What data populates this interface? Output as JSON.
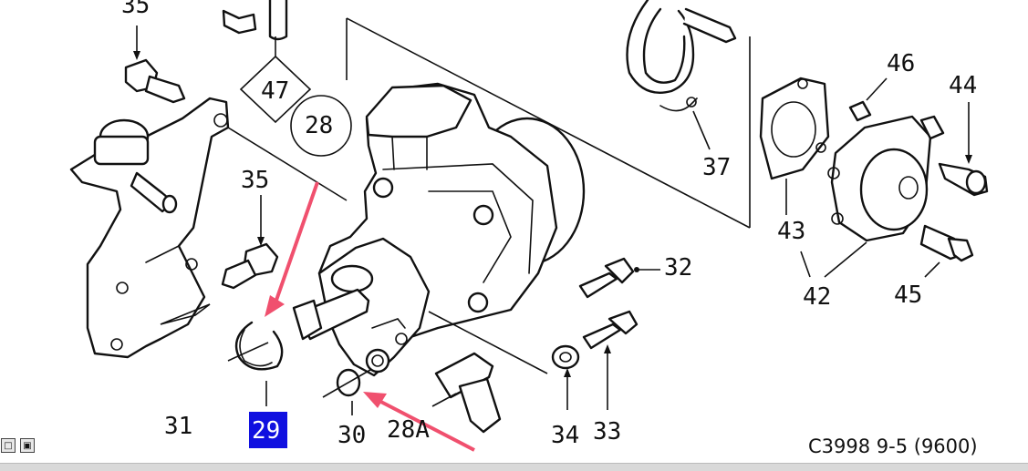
{
  "diagram": {
    "caption": "C3998 9-5 (9600)",
    "labels": {
      "p35a": "35",
      "p35b": "35",
      "p47": "47",
      "p28": "28",
      "p46": "46",
      "p44": "44",
      "p37": "37",
      "p43": "43",
      "p42": "42",
      "p45": "45",
      "p32": "32",
      "p33": "33",
      "p34": "34",
      "p31": "31",
      "p29": "29",
      "p30": "30",
      "p28a": "28A"
    },
    "highlight_color": "#1010e0",
    "arrow_color": "#f0506e"
  },
  "toolbar": {
    "button1_glyph": "□",
    "button2_glyph": "▣"
  }
}
